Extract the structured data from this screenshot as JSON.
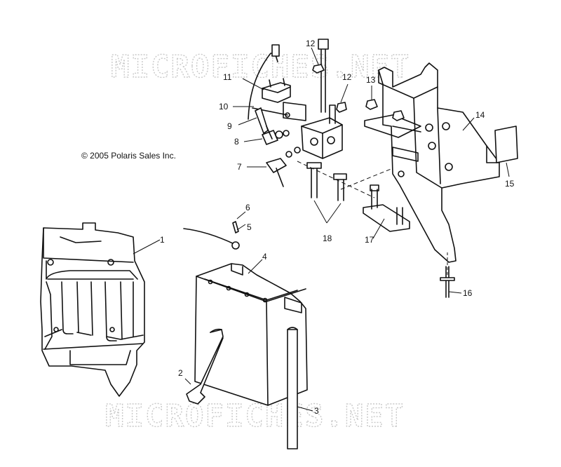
{
  "copyright": "© 2005 Polaris Sales Inc.",
  "watermark": "MICROFICHES.NET",
  "callouts": {
    "c1": "1",
    "c2": "2",
    "c3": "3",
    "c4": "4",
    "c5": "5",
    "c6": "6",
    "c7": "7",
    "c8": "8",
    "c9": "9",
    "c10": "10",
    "c11": "11",
    "c12a": "12",
    "c12b": "12",
    "c13": "13",
    "c14": "14",
    "c15": "15",
    "c16": "16",
    "c17": "17",
    "c18": "18"
  }
}
